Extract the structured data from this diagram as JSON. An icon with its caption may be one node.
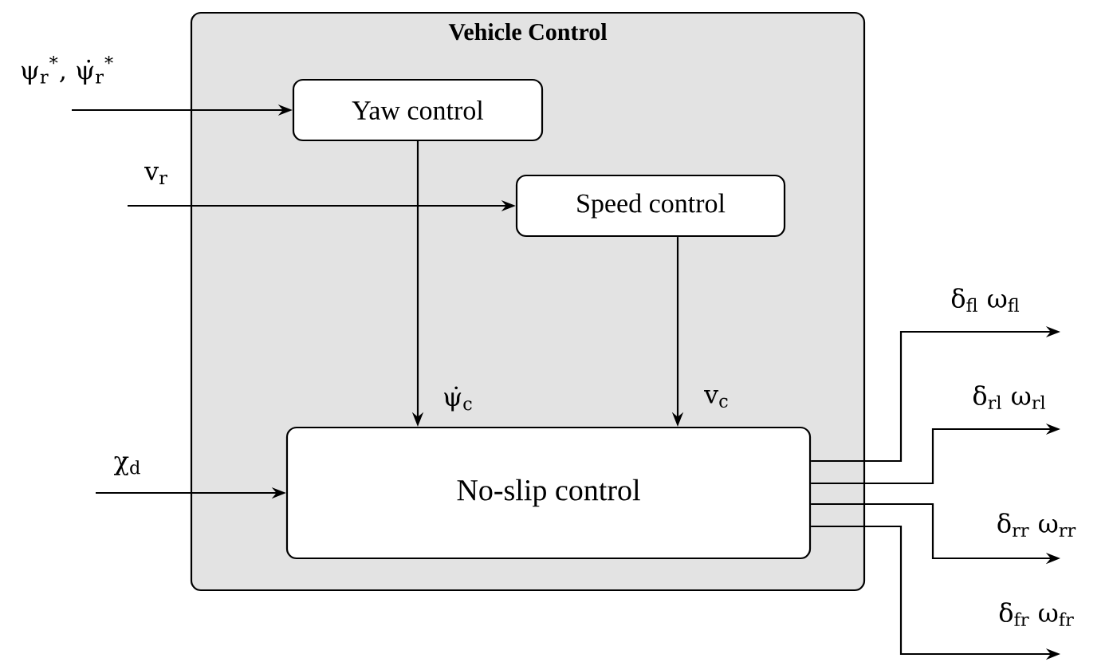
{
  "diagram": {
    "nodes": [
      {
        "text": [
          "Vehicle Control"
        ]
      },
      {
        "text": [
          "Yaw control"
        ],
        "in": 0
      },
      {
        "text": [
          "Speed control"
        ],
        "in": 0
      },
      {
        "text": [
          "No-slip control"
        ],
        "in": 0
      }
    ],
    "edges": [
      {
        "from": null,
        "to": 1,
        "arrow": "to",
        "label": "ψ$_{r}$$^{*}$, ψ̇$_{r}$$^{*}$"
      },
      {
        "from": null,
        "to": 2,
        "arrow": "to",
        "label": "v$_{r}$"
      },
      {
        "from": 1,
        "to": 3,
        "arrow": "to",
        "label": "ψ̇$_{c}$"
      },
      {
        "from": 2,
        "to": 3,
        "arrow": "to",
        "label": "v$_{c}$"
      },
      {
        "from": null,
        "to": 3,
        "arrow": "to",
        "label": "χ$_{d}$"
      },
      {
        "from": 3,
        "to": null,
        "arrow": "to",
        "label": "δ$_{fl}$ ω$_{fl}$"
      },
      {
        "from": 3,
        "to": null,
        "arrow": "to",
        "label": "δ$_{rl}$ ω$_{rl}$"
      },
      {
        "from": 3,
        "to": null,
        "arrow": "to",
        "label": "δ$_{rr}$ ω$_{rr}$"
      },
      {
        "from": 3,
        "to": null,
        "arrow": "to",
        "label": "δ$_{fr}$ ω$_{fr}$"
      }
    ]
  }
}
